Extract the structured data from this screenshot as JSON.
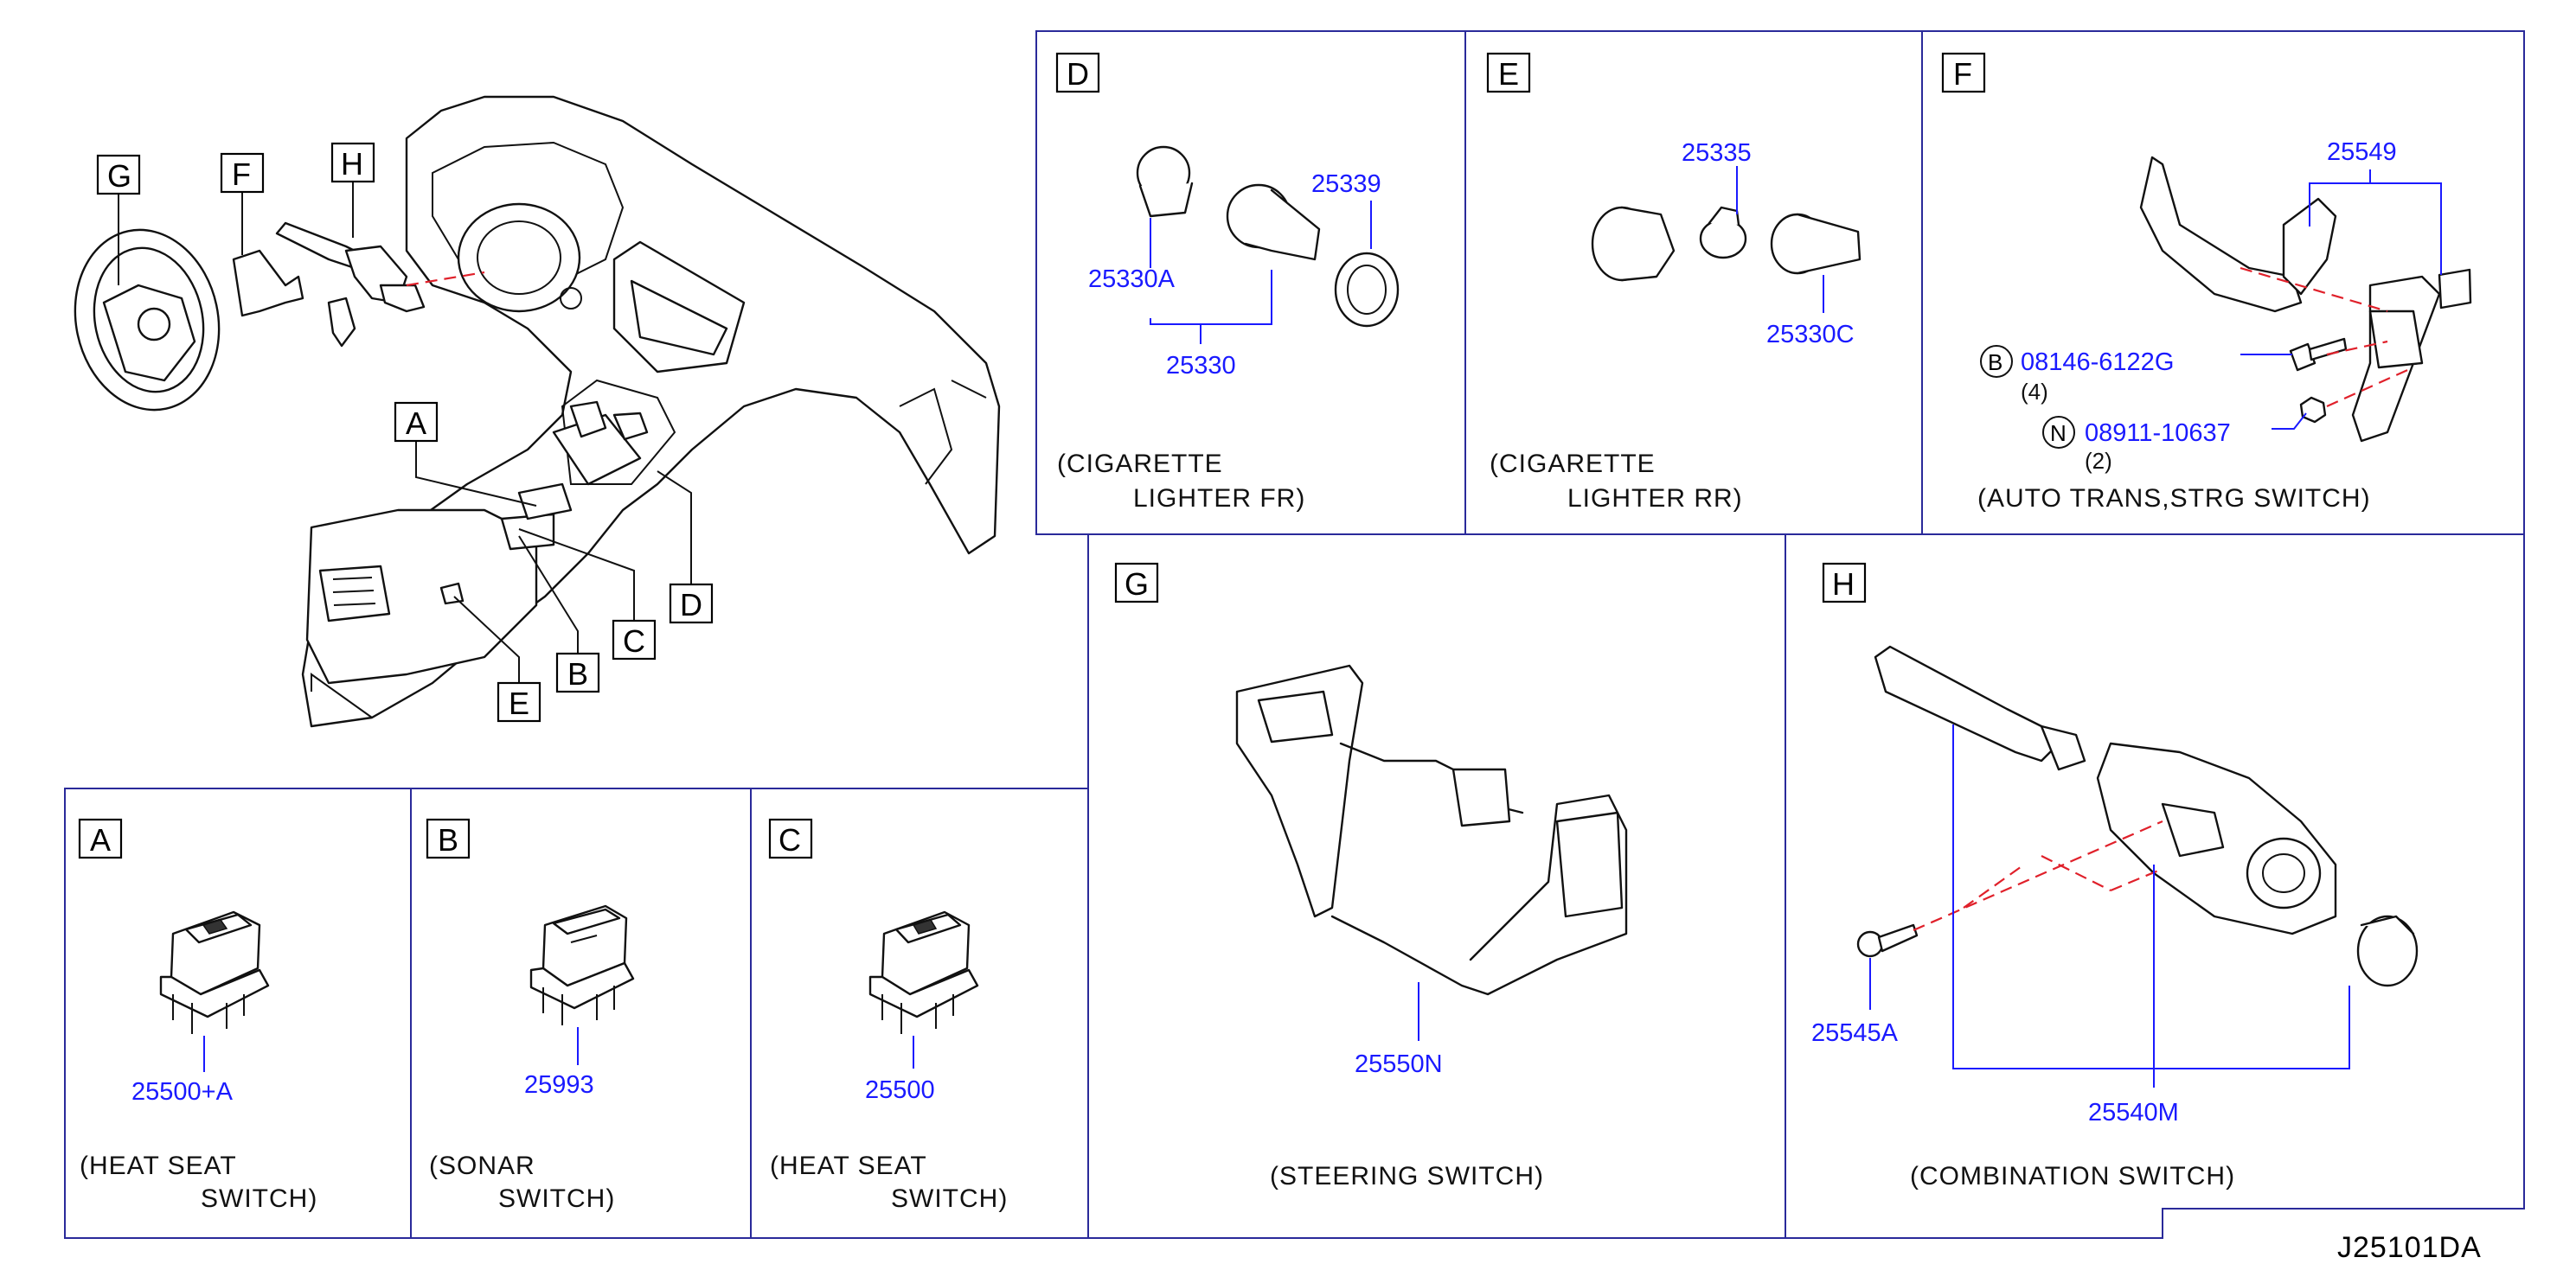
{
  "diagram_code": "J25101DA",
  "overview": {
    "callouts": [
      "G",
      "F",
      "H",
      "A",
      "B",
      "C",
      "D",
      "E"
    ]
  },
  "panels": {
    "A": {
      "letter": "A",
      "parts": [
        "25500+A"
      ],
      "caption": [
        "(HEAT   SEAT",
        "SWITCH)"
      ]
    },
    "B": {
      "letter": "B",
      "parts": [
        "25993"
      ],
      "caption": [
        "(SONAR",
        "SWITCH)"
      ]
    },
    "C": {
      "letter": "C",
      "parts": [
        "25500"
      ],
      "caption": [
        "(HEAT   SEAT",
        "SWITCH)"
      ]
    },
    "D": {
      "letter": "D",
      "parts": [
        "25339",
        "25330A",
        "25330"
      ],
      "caption": [
        "(CIGARETTE",
        "LIGHTER   FR)"
      ]
    },
    "E": {
      "letter": "E",
      "parts": [
        "25335",
        "25330C"
      ],
      "caption": [
        "(CIGARETTE",
        "LIGHTER   RR)"
      ]
    },
    "F": {
      "letter": "F",
      "parts": [
        "25549",
        "08146-6122G",
        "(4)",
        "08911-10637",
        "(2)"
      ],
      "fastener_marks": [
        "B",
        "N"
      ],
      "caption": [
        "(AUTO   TRANS,STRG   SWITCH)"
      ]
    },
    "G": {
      "letter": "G",
      "parts": [
        "25550N"
      ],
      "caption": [
        "(STEERING   SWITCH)"
      ]
    },
    "H": {
      "letter": "H",
      "parts": [
        "25545A",
        "25540M"
      ],
      "caption": [
        "(COMBINATION   SWITCH)"
      ]
    }
  },
  "colors": {
    "part_number": "#1a1aff",
    "frame": "#2a2a9a",
    "leader_dashed": "#e0202a"
  }
}
